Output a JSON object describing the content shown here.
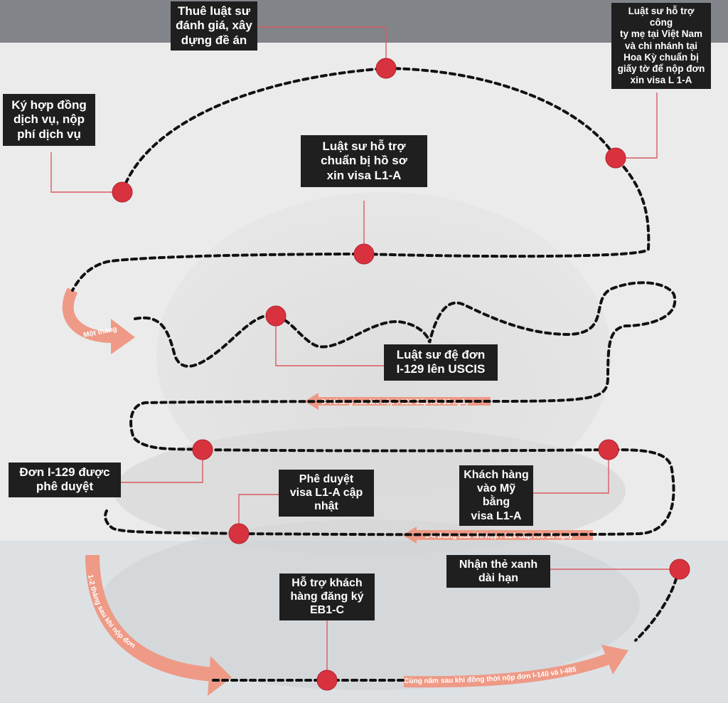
{
  "colors": {
    "path": "#111111",
    "milestone": "#d8323f",
    "connector": "#d85a63",
    "arrow": "#ee9a86",
    "label_bg": "#1f1f1f",
    "label_text": "#ffffff",
    "background": "#e9e9e9"
  },
  "steps": {
    "hire_lawyer": "Thuê luật sư\nđánh giá, xây\ndựng đề án",
    "sign_contract": "Ký hợp đồng\ndịch vụ, nộp\nphí dịch vụ",
    "prepare_docs": "Luật sư hỗ trợ công\nty mẹ tại Việt Nam\nvà chi nhánh tại\nHoa Kỳ chuẩn bị\ngiấy tờ để nộp đơn\nxin visa L 1-A",
    "prepare_file": "Luật sư hỗ trợ\nchuẩn bị hồ sơ\nxin visa L1-A",
    "submit_i129": "Luật sư đệ đơn\nI-129 lên USCIS",
    "i129_approved": "Đơn I-129 được\nphê duyệt",
    "visa_approved": "Phê duyệt\nvisa L1-A cập\nnhật",
    "enter_us": "Khách hàng\nvào Mỹ bằng\nvisa L1-A",
    "eb1c": "Hỗ trợ khách\nhàng đăng ký\nEB1-C",
    "green_card": "Nhận thẻ xanh\ndài hạn"
  },
  "durations": {
    "one_month": "Một tháng",
    "i129_processing": "3-4 tháng sau khi nộp I-129 Cấp tốc 15 ngày",
    "visa_processing": "3-4 tháng sau khi nộp I-129 Cấp tốc 15 ngày",
    "eb1c_wait": "1-2 tháng sau khi nộp đơn",
    "green_card_wait": "Cùng năm sau khi đồng thời nộp đơn I-140 và I-485"
  }
}
